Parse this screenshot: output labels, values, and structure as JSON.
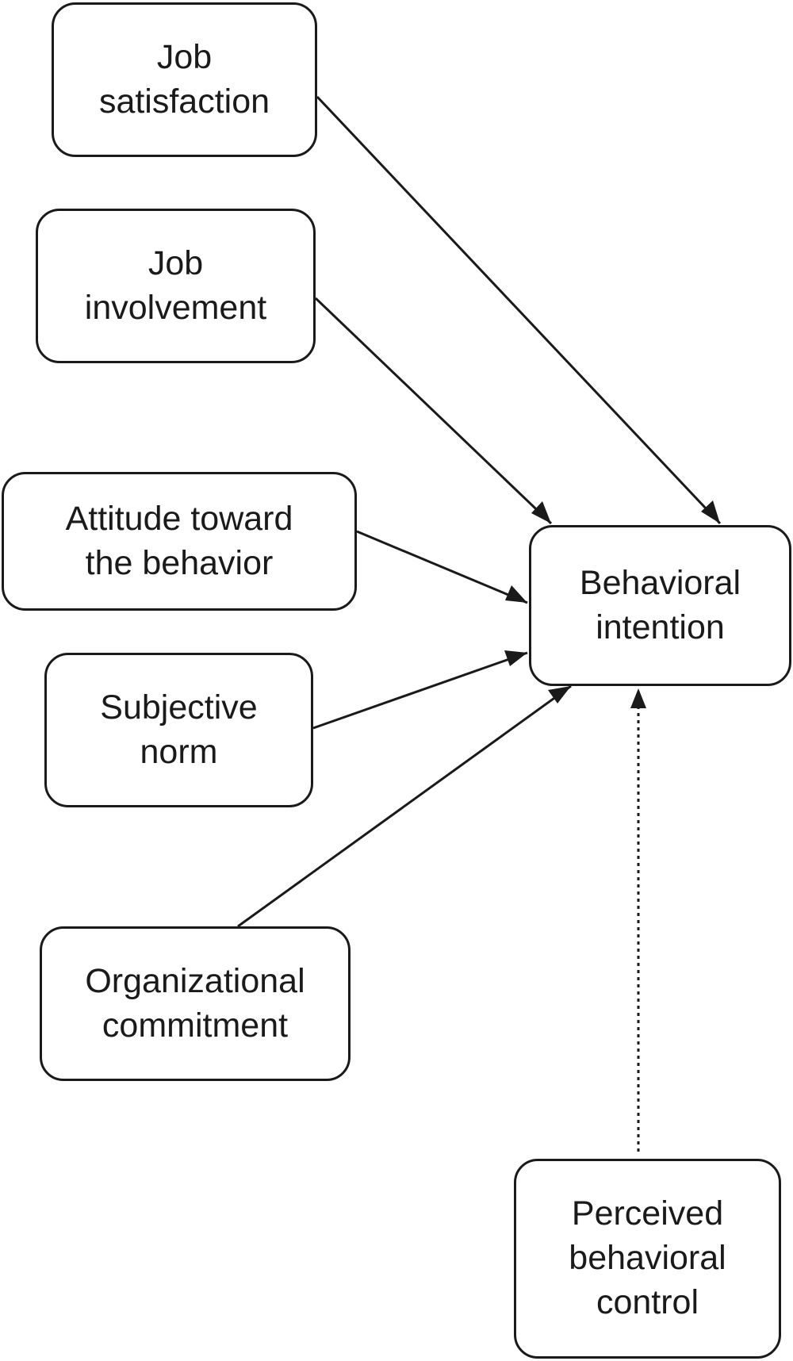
{
  "diagram": {
    "colors": {
      "stroke": "#1a1a1a",
      "fill": "#ffffff"
    },
    "nodes": {
      "job_satisfaction": {
        "line1": "Job",
        "line2": "satisfaction"
      },
      "job_involvement": {
        "line1": "Job",
        "line2": "involvement"
      },
      "attitude": {
        "line1": "Attitude toward",
        "line2": "the behavior"
      },
      "subjective_norm": {
        "line1": "Subjective",
        "line2": "norm"
      },
      "organizational_commitment": {
        "line1": "Organizational",
        "line2": "commitment"
      },
      "behavioral_intention": {
        "line1": "Behavioral",
        "line2": "intention"
      },
      "perceived_behavioral_control": {
        "line1": "Perceived",
        "line2": "behavioral",
        "line3": "control"
      }
    },
    "edges": [
      {
        "from": "job_satisfaction",
        "to": "behavioral_intention",
        "style": "solid"
      },
      {
        "from": "job_involvement",
        "to": "behavioral_intention",
        "style": "solid"
      },
      {
        "from": "attitude",
        "to": "behavioral_intention",
        "style": "solid"
      },
      {
        "from": "subjective_norm",
        "to": "behavioral_intention",
        "style": "solid"
      },
      {
        "from": "organizational_commitment",
        "to": "behavioral_intention",
        "style": "solid"
      },
      {
        "from": "perceived_behavioral_control",
        "to": "behavioral_intention",
        "style": "dotted"
      }
    ]
  }
}
